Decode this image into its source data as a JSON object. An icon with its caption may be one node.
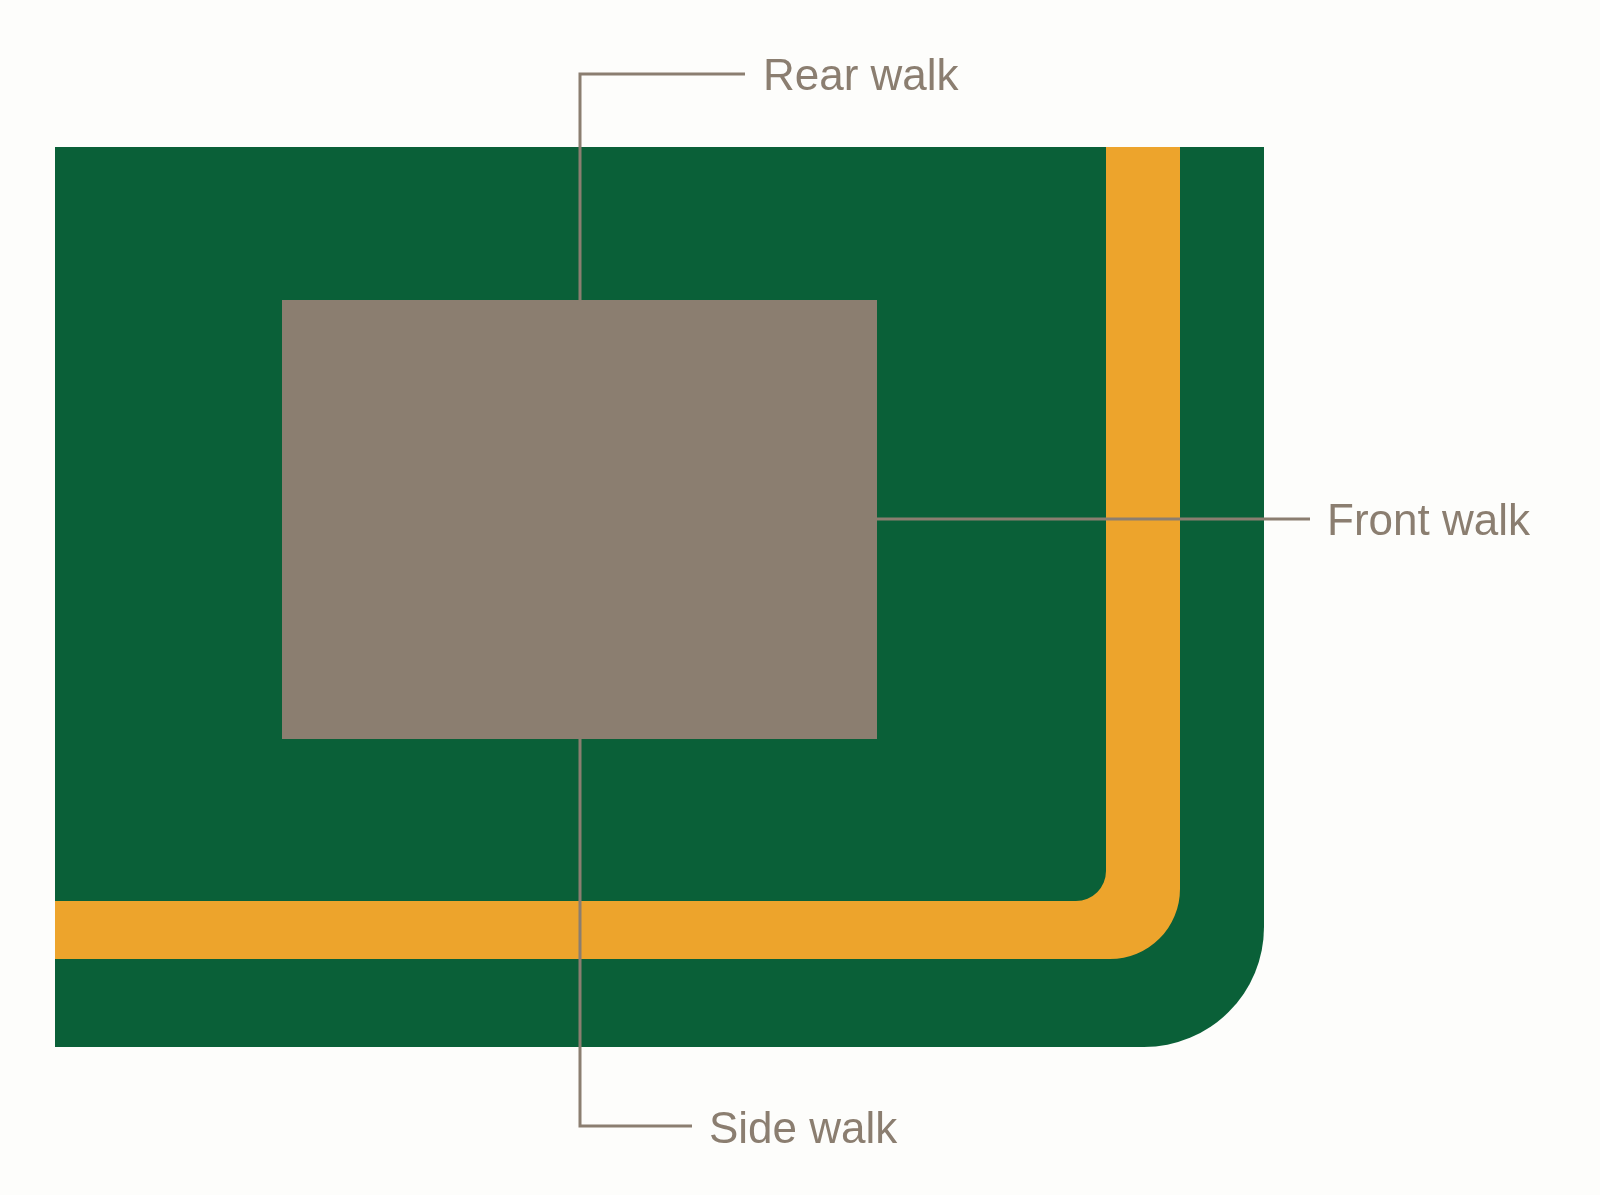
{
  "diagram": {
    "nodes": [
      {
        "text": [],
        "shape": "box"
      },
      {
        "text": [],
        "shape": "box",
        "in": 0
      },
      {
        "text": [],
        "shape": "bar",
        "in": 0
      },
      {
        "text": [
          "Rear walk"
        ]
      },
      {
        "text": [
          "Front walk"
        ]
      },
      {
        "text": [
          "Side walk"
        ]
      }
    ],
    "edges": [
      {
        "from": 3,
        "to": 1,
        "arrow": "none"
      },
      {
        "from": 4,
        "to": 1,
        "arrow": "none"
      },
      {
        "from": 5,
        "to": 1,
        "arrow": "none"
      }
    ]
  }
}
